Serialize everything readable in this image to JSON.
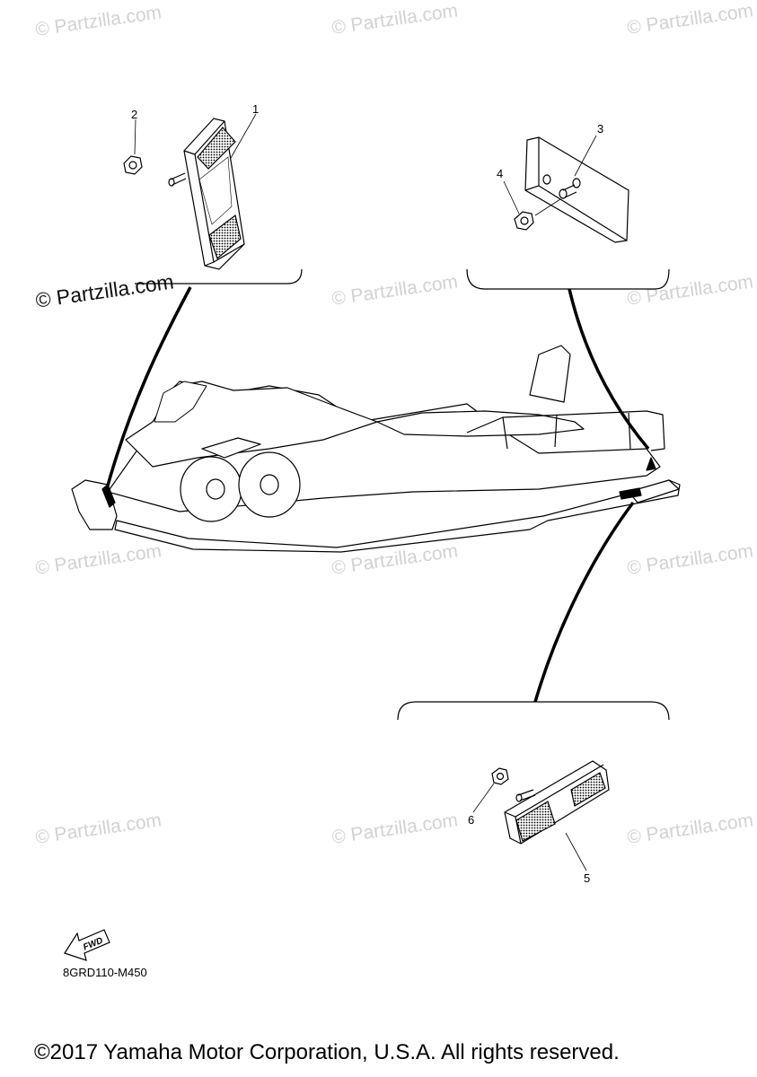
{
  "watermark": "© Partzilla.com",
  "watermark_prominent": "© Partzilla.com",
  "callouts": [
    "1",
    "2",
    "3",
    "4",
    "5",
    "6"
  ],
  "fwd_label": "FWD",
  "diagram_code": "8GRD110-M450",
  "copyright": "©2017 Yamaha Motor Corporation, U.S.A. All rights reserved."
}
